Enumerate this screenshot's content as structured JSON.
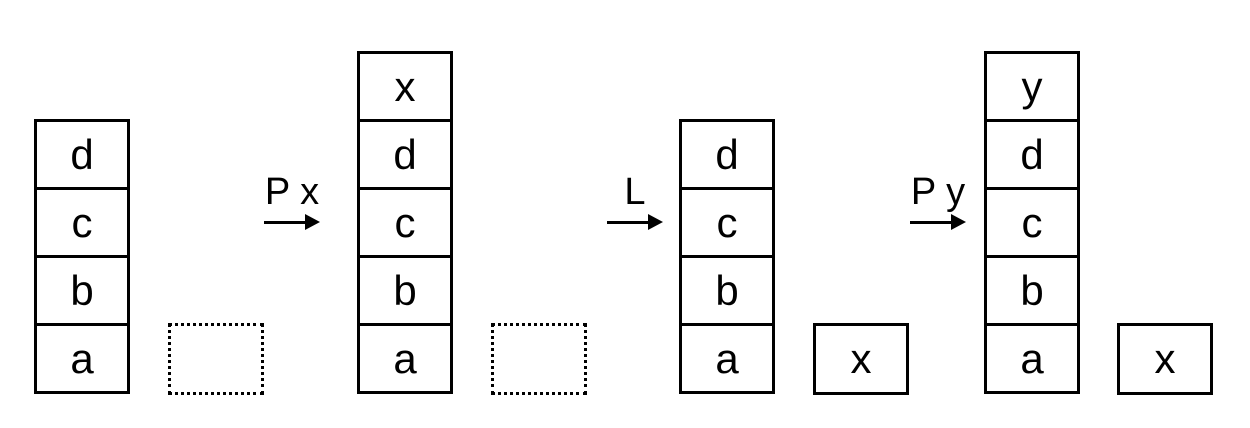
{
  "colors": {
    "ink": "#000000",
    "background": "#ffffff"
  },
  "stacks": [
    {
      "cells": [
        "d",
        "c",
        "b",
        "a"
      ]
    },
    {
      "cells": [
        "x",
        "d",
        "c",
        "b",
        "a"
      ]
    },
    {
      "cells": [
        "d",
        "c",
        "b",
        "a"
      ]
    },
    {
      "cells": [
        "y",
        "d",
        "c",
        "b",
        "a"
      ]
    }
  ],
  "registers": [
    {
      "style": "dotted",
      "value": ""
    },
    {
      "style": "dotted",
      "value": ""
    },
    {
      "style": "solid",
      "value": "x"
    },
    {
      "style": "solid",
      "value": "x"
    }
  ],
  "arrows": [
    {
      "label": "P x"
    },
    {
      "label": "L"
    },
    {
      "label": "P y"
    }
  ]
}
